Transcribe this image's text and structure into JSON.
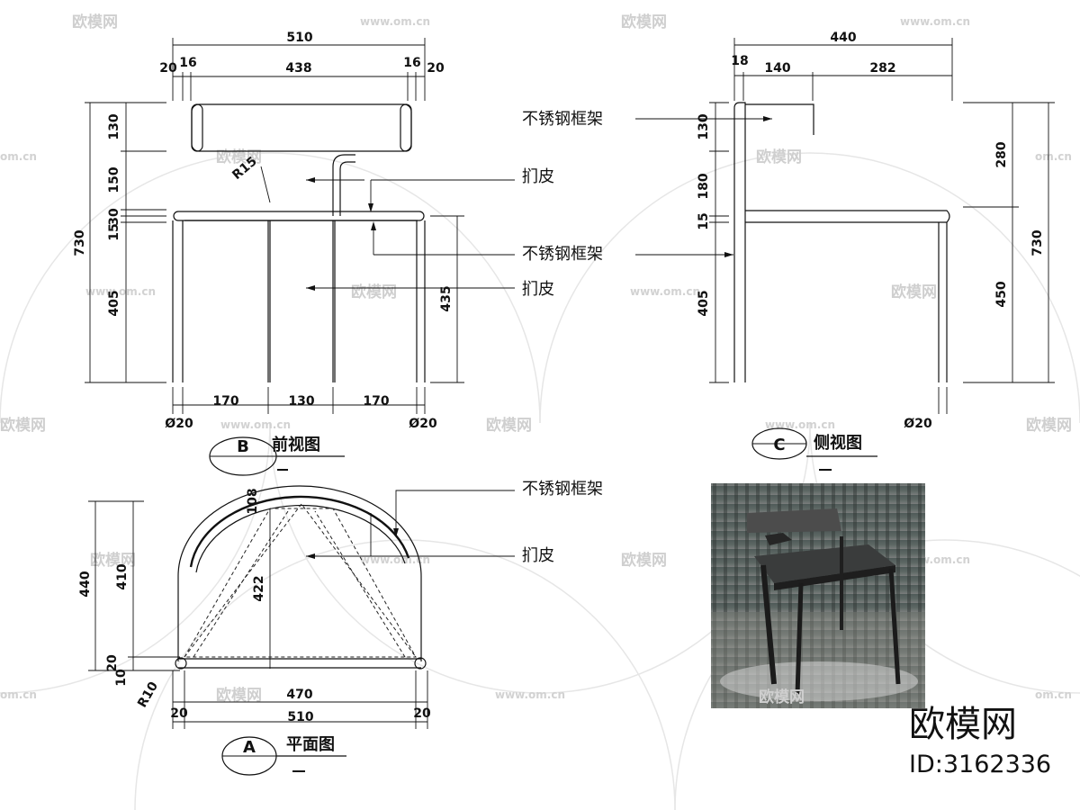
{
  "watermark": {
    "text": "欧模网",
    "url": "www.om.cn",
    "url_short": "om.cn"
  },
  "labels": {
    "frame": "不锈钢框架",
    "leather": "扪皮"
  },
  "views": {
    "front": {
      "letter": "B",
      "title": "前视图"
    },
    "side": {
      "letter": "C",
      "title": "侧视图"
    },
    "plan": {
      "letter": "A",
      "title": "平面图"
    }
  },
  "front_dims": {
    "total_width": "510",
    "w20l": "20",
    "w16l": "16",
    "inner": "438",
    "w16r": "16",
    "w20r": "20",
    "h130": "130",
    "h150": "150",
    "h15": "15",
    "h30": "30",
    "h405": "405",
    "h730": "730",
    "h435": "435",
    "radius": "R15",
    "b170l": "170",
    "b130": "130",
    "b170r": "170",
    "dia_l": "Ø20",
    "dia_r": "Ø20"
  },
  "side_dims": {
    "total_depth": "440",
    "d18": "18",
    "d140": "140",
    "d282": "282",
    "h130": "130",
    "h180": "180",
    "h15": "15",
    "h405": "405",
    "r280": "280",
    "r450": "450",
    "r730": "730",
    "dia": "Ø20"
  },
  "plan_dims": {
    "d440": "440",
    "d410": "410",
    "d20": "20",
    "d10": "10",
    "d422": "422",
    "d108": "108",
    "radius": "R10",
    "w470": "470",
    "w20l": "20",
    "w510": "510",
    "w20r": "20"
  },
  "brand": {
    "name": "欧模网",
    "id": "ID:3162336"
  },
  "photo": {
    "alt": "chair photo"
  }
}
